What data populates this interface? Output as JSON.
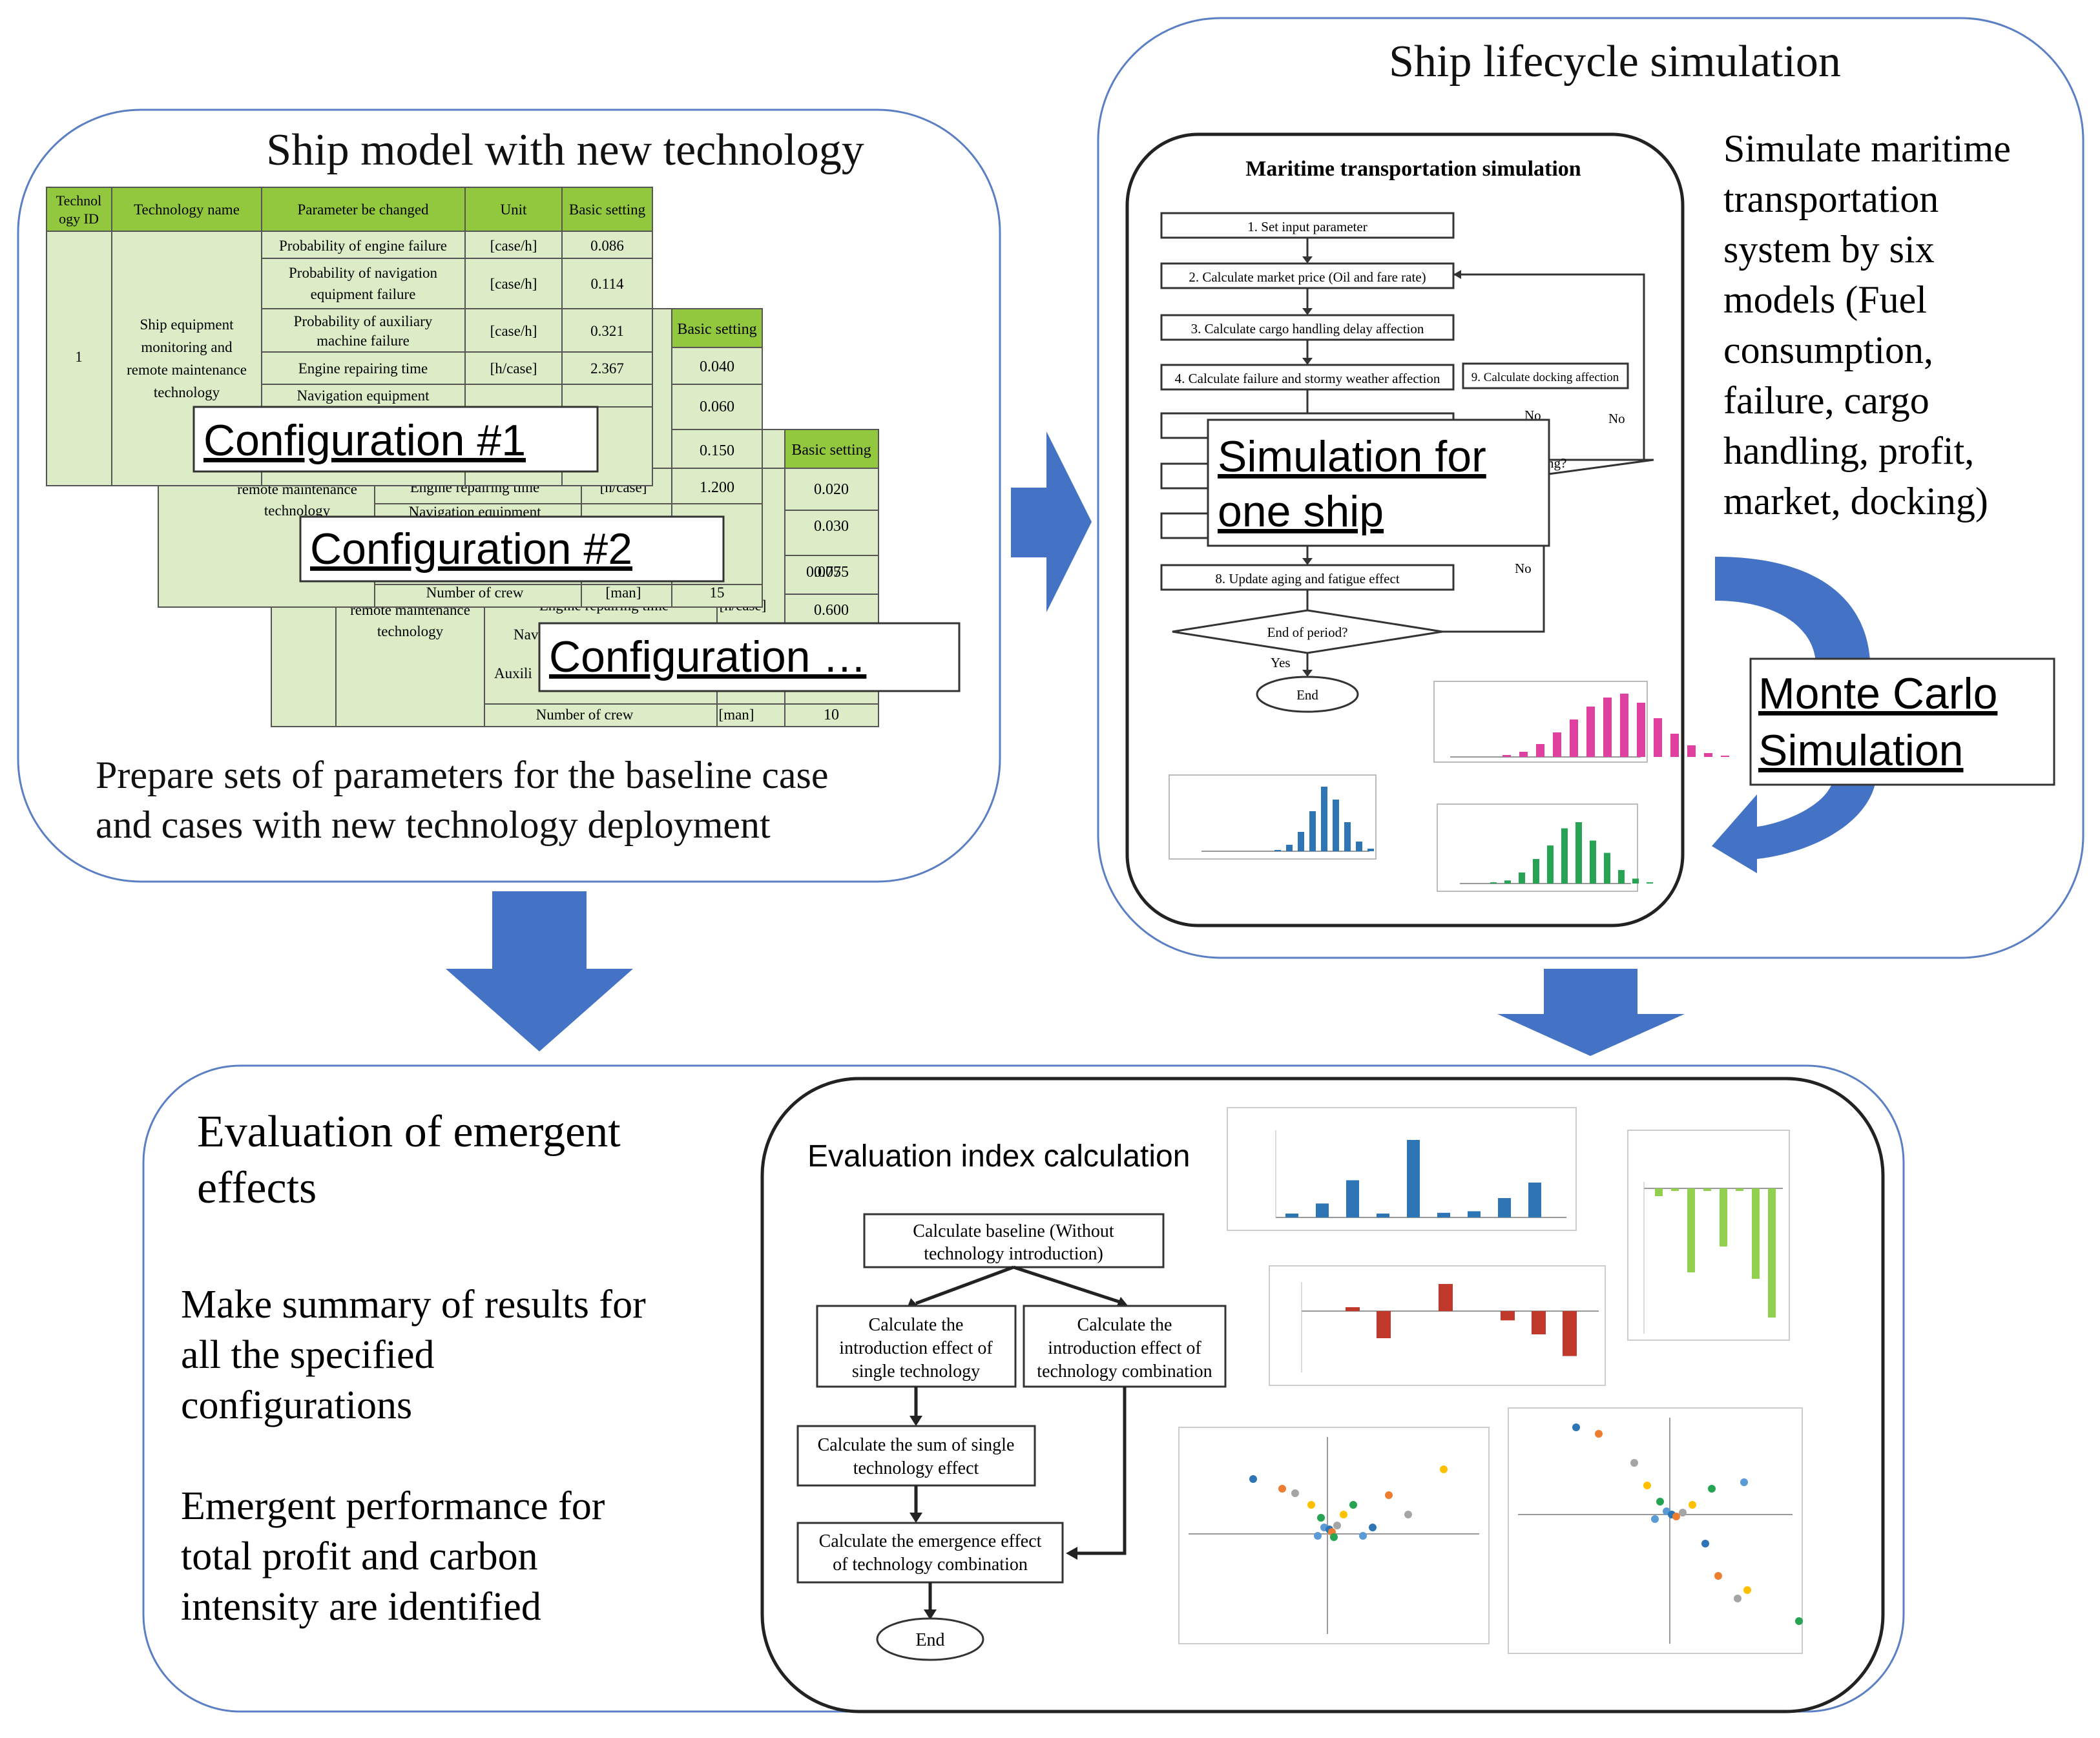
{
  "panel_a": {
    "title": "Ship model with new technology",
    "table": {
      "headers": [
        "Technol ogy ID",
        "Technology name",
        "Parameter be changed",
        "Unit",
        "Basic setting"
      ],
      "tech_id": "1",
      "tech_name_lines": [
        "Ship equipment",
        "monitoring and",
        "remote maintenance",
        "technology"
      ],
      "rows": [
        {
          "param": [
            "Probability of engine failure"
          ],
          "unit": "[case/h]",
          "value": "0.086"
        },
        {
          "param": [
            "Probability of navigation",
            "equipment failure"
          ],
          "unit": "[case/h]",
          "value": "0.114"
        },
        {
          "param": [
            "Probability of auxiliary",
            "machine failure"
          ],
          "unit": "[case/h]",
          "value": "0.321"
        },
        {
          "param": [
            "Engine repairing time"
          ],
          "unit": "[h/case]",
          "value": "2.367"
        },
        {
          "param": [
            "Navigation equipment"
          ],
          "unit": "",
          "value": ""
        }
      ],
      "second_basic_setting": "Basic setting",
      "second_values": [
        "0.040",
        "0.060",
        "0.150",
        "1.200"
      ],
      "second_partial": [
        "remote maintenance",
        "technology",
        "Engine repairing time",
        "[h/case]",
        "Number of crew",
        "[man]",
        "Navigation equipment",
        "15",
        "0.075"
      ],
      "third_basic_setting": "Basic setting",
      "third_values": [
        "0.020",
        "0.030",
        "0.075",
        "0.600",
        "10"
      ],
      "third_partial": [
        "remote maintenance",
        "technology",
        "Engine repairing time",
        "[h/case]",
        "Number of crew",
        "[man]",
        "Navi",
        "Auxili"
      ]
    },
    "config_labels": [
      "Configuration #1",
      "Configuration #2",
      "Configuration …"
    ],
    "description": [
      "Prepare sets of parameters for the baseline case",
      "and cases with new technology deployment"
    ]
  },
  "panel_b": {
    "title": "Ship lifecycle simulation",
    "flow_title": "Maritime transportation simulation",
    "steps": [
      "1. Set input parameter",
      "2. Calculate market price (Oil and fare rate)",
      "3. Calculate cargo handling delay affection",
      "4. Calculate failure and stormy weather affection",
      "8. Update aging and fatigue effect"
    ],
    "side_step": "9. Calculate docking affection",
    "decision": "End of period?",
    "partial_decision": "ng?",
    "labels": {
      "no1": "No",
      "no2": "No",
      "no3": "No",
      "yes": "Yes",
      "end": "End"
    },
    "overlay": [
      "Simulation for",
      "one ship"
    ],
    "side_text": [
      "Simulate maritime",
      "transportation",
      "system by six",
      "models (Fuel",
      "consumption,",
      "failure, cargo",
      "handling, profit,",
      "market, docking)"
    ],
    "monte_carlo": [
      "Monte Carlo",
      "Simulation"
    ]
  },
  "panel_c": {
    "title": [
      "Evaluation of emergent",
      "effects"
    ],
    "text1": [
      "Make summary of results for",
      "all the specified",
      "configurations"
    ],
    "text2": [
      "Emergent performance for",
      "total profit and carbon",
      "intensity are identified"
    ],
    "flow_title": "Evaluation index calculation",
    "boxes": {
      "baseline": [
        "Calculate baseline (Without",
        "technology introduction)"
      ],
      "single": [
        "Calculate the",
        "introduction effect of",
        "single technology"
      ],
      "combo": [
        "Calculate the",
        "introduction effect of",
        "technology combination"
      ],
      "sum": [
        "Calculate the sum of single",
        "technology effect"
      ],
      "emergence": [
        "Calculate the emergence effect",
        "of technology combination"
      ],
      "end": "End"
    }
  },
  "colors": {
    "arrow": "#4472c4",
    "table_header": "#92c83e",
    "table_body": "#dbecc7",
    "hist_pink": "#e040a0",
    "hist_blue": "#2e75b6",
    "hist_green": "#27a354",
    "bar_red": "#c0392b",
    "bar_lime": "#92d050"
  }
}
